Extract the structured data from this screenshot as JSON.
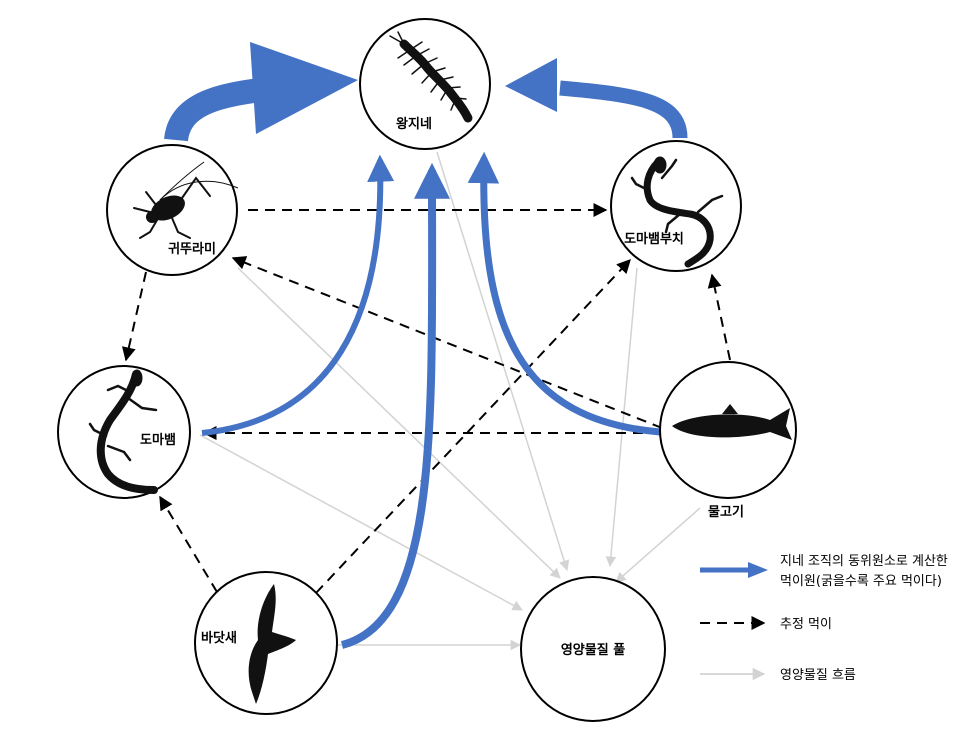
{
  "colors": {
    "diet_flow": "#4472C4",
    "estimated_prey": "#000000",
    "nutrient_flow": "#D3D3D3",
    "node_fill": "#ffffff",
    "silhouette": "#111111"
  },
  "nodes": {
    "centipede": {
      "label": "왕지네",
      "icon": "centipede-icon"
    },
    "cricket": {
      "label": "귀뚜라미",
      "icon": "cricket-icon"
    },
    "gecko": {
      "label": "도마뱀부치",
      "icon": "gecko-icon"
    },
    "skink": {
      "label": "도마뱀",
      "icon": "skink-icon"
    },
    "fish": {
      "label": "물고기",
      "icon": "fish-icon"
    },
    "seabird": {
      "label": "바닷새",
      "icon": "seabird-icon"
    },
    "nutrient_pool": {
      "label": "영양물질 풀"
    }
  },
  "legend": {
    "diet_line1": "지네 조직의 동위원소로 계산한",
    "diet_line2": "먹이원(굵을수록 주요 먹이다)",
    "estimated": "추정 먹이",
    "nutrient": "영양물질 흐름"
  }
}
